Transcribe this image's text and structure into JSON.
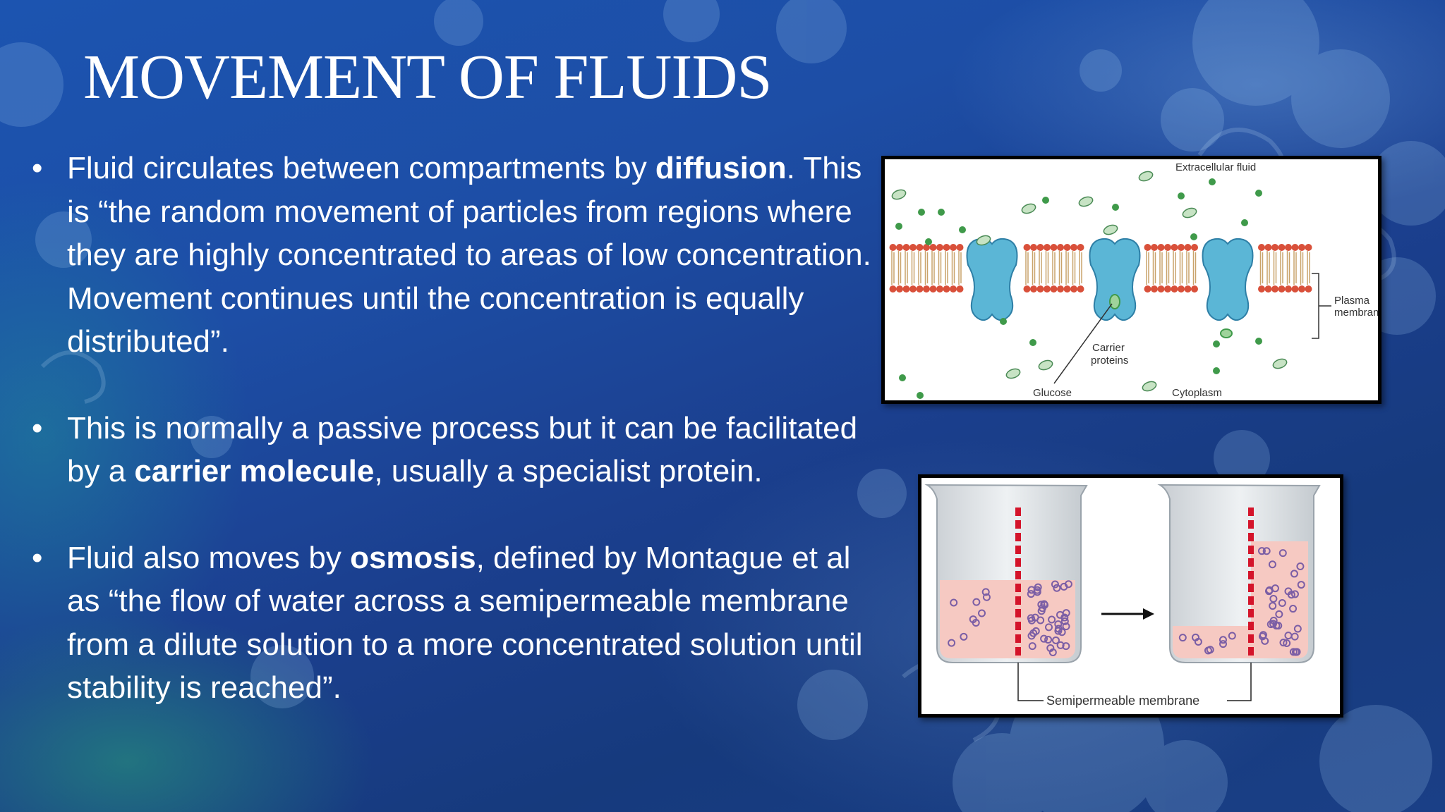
{
  "slide": {
    "title": "MOVEMENT OF FLUIDS",
    "bullets": [
      {
        "parts": [
          {
            "text": "Fluid circulates between compartments by ",
            "bold": false
          },
          {
            "text": "diffusion",
            "bold": true
          },
          {
            "text": ". This is “the random movement of particles from regions where they are highly concentrated to areas of low concentration. Movement continues until the concentration is equally distributed”.",
            "bold": false
          }
        ]
      },
      {
        "parts": [
          {
            "text": "This is normally a passive process but it can be facilitated by a ",
            "bold": false
          },
          {
            "text": "carrier molecule",
            "bold": true
          },
          {
            "text": ", usually a specialist protein.",
            "bold": false
          }
        ]
      },
      {
        "parts": [
          {
            "text": "Fluid also moves by ",
            "bold": false
          },
          {
            "text": "osmosis",
            "bold": true
          },
          {
            "text": ", defined by Montague et al as “the flow of water across a semipermeable membrane from a dilute solution to a more concentrated solution until stability is reached”.",
            "bold": false
          }
        ]
      }
    ],
    "bullet_char": "•"
  },
  "membrane_figure": {
    "extracellular_label": "Extracellular fluid",
    "plasma_label_line1": "Plasma",
    "plasma_label_line2": "membrane",
    "carrier_label_line1": "Carrier",
    "carrier_label_line2": "proteins",
    "glucose_label": "Glucose",
    "cytoplasm_label": "Cytoplasm"
  },
  "osmosis_figure": {
    "membrane_label": "Semipermeable membrane"
  },
  "colors": {
    "background": "#1c4ea6",
    "text": "#ffffff",
    "glucose_green": "#3f9a4a",
    "protein_blue": "#5bb6d6",
    "lipid_head_red": "#d9503a",
    "solution_pink": "#f6c9c2",
    "membrane_red": "#d4142a",
    "solute_purple": "#7b5ea5"
  }
}
